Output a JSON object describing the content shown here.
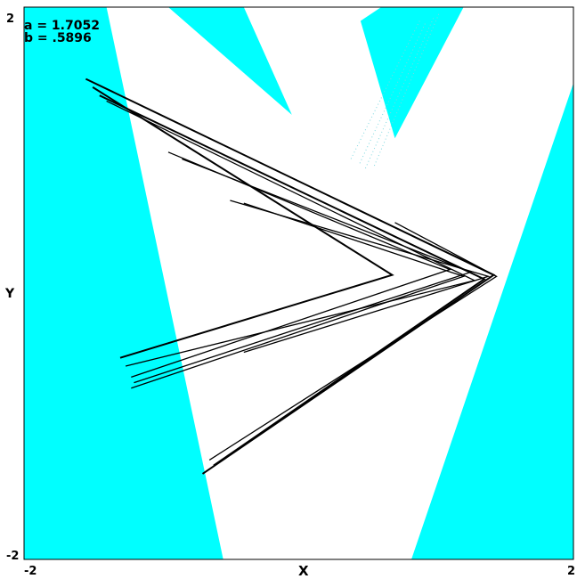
{
  "chart_data": {
    "type": "scatter",
    "title": "",
    "xlabel": "X",
    "ylabel": "Y",
    "xlim": [
      -2,
      2
    ],
    "ylim": [
      -2,
      2
    ],
    "x_ticks": [
      "-2",
      "2"
    ],
    "y_ticks": [
      "2",
      "-2"
    ],
    "parameters": [
      "a = 1.7052",
      "b = .5896"
    ],
    "grid": false,
    "colors": {
      "basin": "#00ffff",
      "background": "#ffffff",
      "attractor": "#000000",
      "frame": "#000000",
      "streak": "#7fd8e0"
    },
    "basin_regions": [
      {
        "name": "left-basin",
        "points": [
          [
            -2,
            2
          ],
          [
            -1.4,
            2
          ],
          [
            -0.55,
            -2
          ],
          [
            -2,
            -2
          ]
        ]
      },
      {
        "name": "top-center-basin",
        "points": [
          [
            -0.95,
            2
          ],
          [
            -0.4,
            2
          ],
          [
            -0.05,
            1.22
          ]
        ]
      },
      {
        "name": "top-right-basin",
        "points": [
          [
            0.6,
            2
          ],
          [
            1.2,
            2
          ],
          [
            0.7,
            1.05
          ],
          [
            0.45,
            1.9
          ]
        ]
      },
      {
        "name": "right-basin",
        "points": [
          [
            2,
            1.45
          ],
          [
            2,
            -2
          ],
          [
            0.82,
            -2
          ]
        ]
      }
    ],
    "attractor_paths": [
      [
        [
          -1.55,
          1.48
        ],
        [
          1.42,
          0.06
        ],
        [
          -0.7,
          -1.38
        ]
      ],
      [
        [
          -1.5,
          1.42
        ],
        [
          0.68,
          0.06
        ],
        [
          -1.3,
          -0.54
        ]
      ],
      [
        [
          -1.45,
          1.36
        ],
        [
          1.35,
          0.03
        ],
        [
          -0.62,
          -1.32
        ]
      ],
      [
        [
          -0.95,
          0.95
        ],
        [
          1.1,
          0.1
        ],
        [
          -1.22,
          -0.68
        ]
      ],
      [
        [
          -0.85,
          0.9
        ],
        [
          1.25,
          0.08
        ],
        [
          -1.2,
          -0.72
        ]
      ],
      [
        [
          -1.4,
          1.32
        ],
        [
          1.28,
          0.02
        ],
        [
          -1.26,
          -0.6
        ]
      ],
      [
        [
          -0.5,
          0.6
        ],
        [
          1.38,
          0.05
        ],
        [
          -0.4,
          -0.5
        ]
      ],
      [
        [
          0.7,
          0.44
        ],
        [
          1.44,
          0.05
        ],
        [
          -0.65,
          -1.28
        ]
      ],
      [
        [
          -0.4,
          0.58
        ],
        [
          1.2,
          0.05
        ],
        [
          -1.22,
          -0.76
        ]
      ]
    ],
    "streak_lines": [
      [
        [
          0.88,
          1.9
        ],
        [
          0.38,
          0.9
        ]
      ],
      [
        [
          0.98,
          1.92
        ],
        [
          0.48,
          0.82
        ]
      ],
      [
        [
          1.02,
          1.95
        ],
        [
          0.55,
          0.85
        ]
      ],
      [
        [
          0.92,
          1.88
        ],
        [
          0.44,
          0.86
        ]
      ]
    ]
  }
}
